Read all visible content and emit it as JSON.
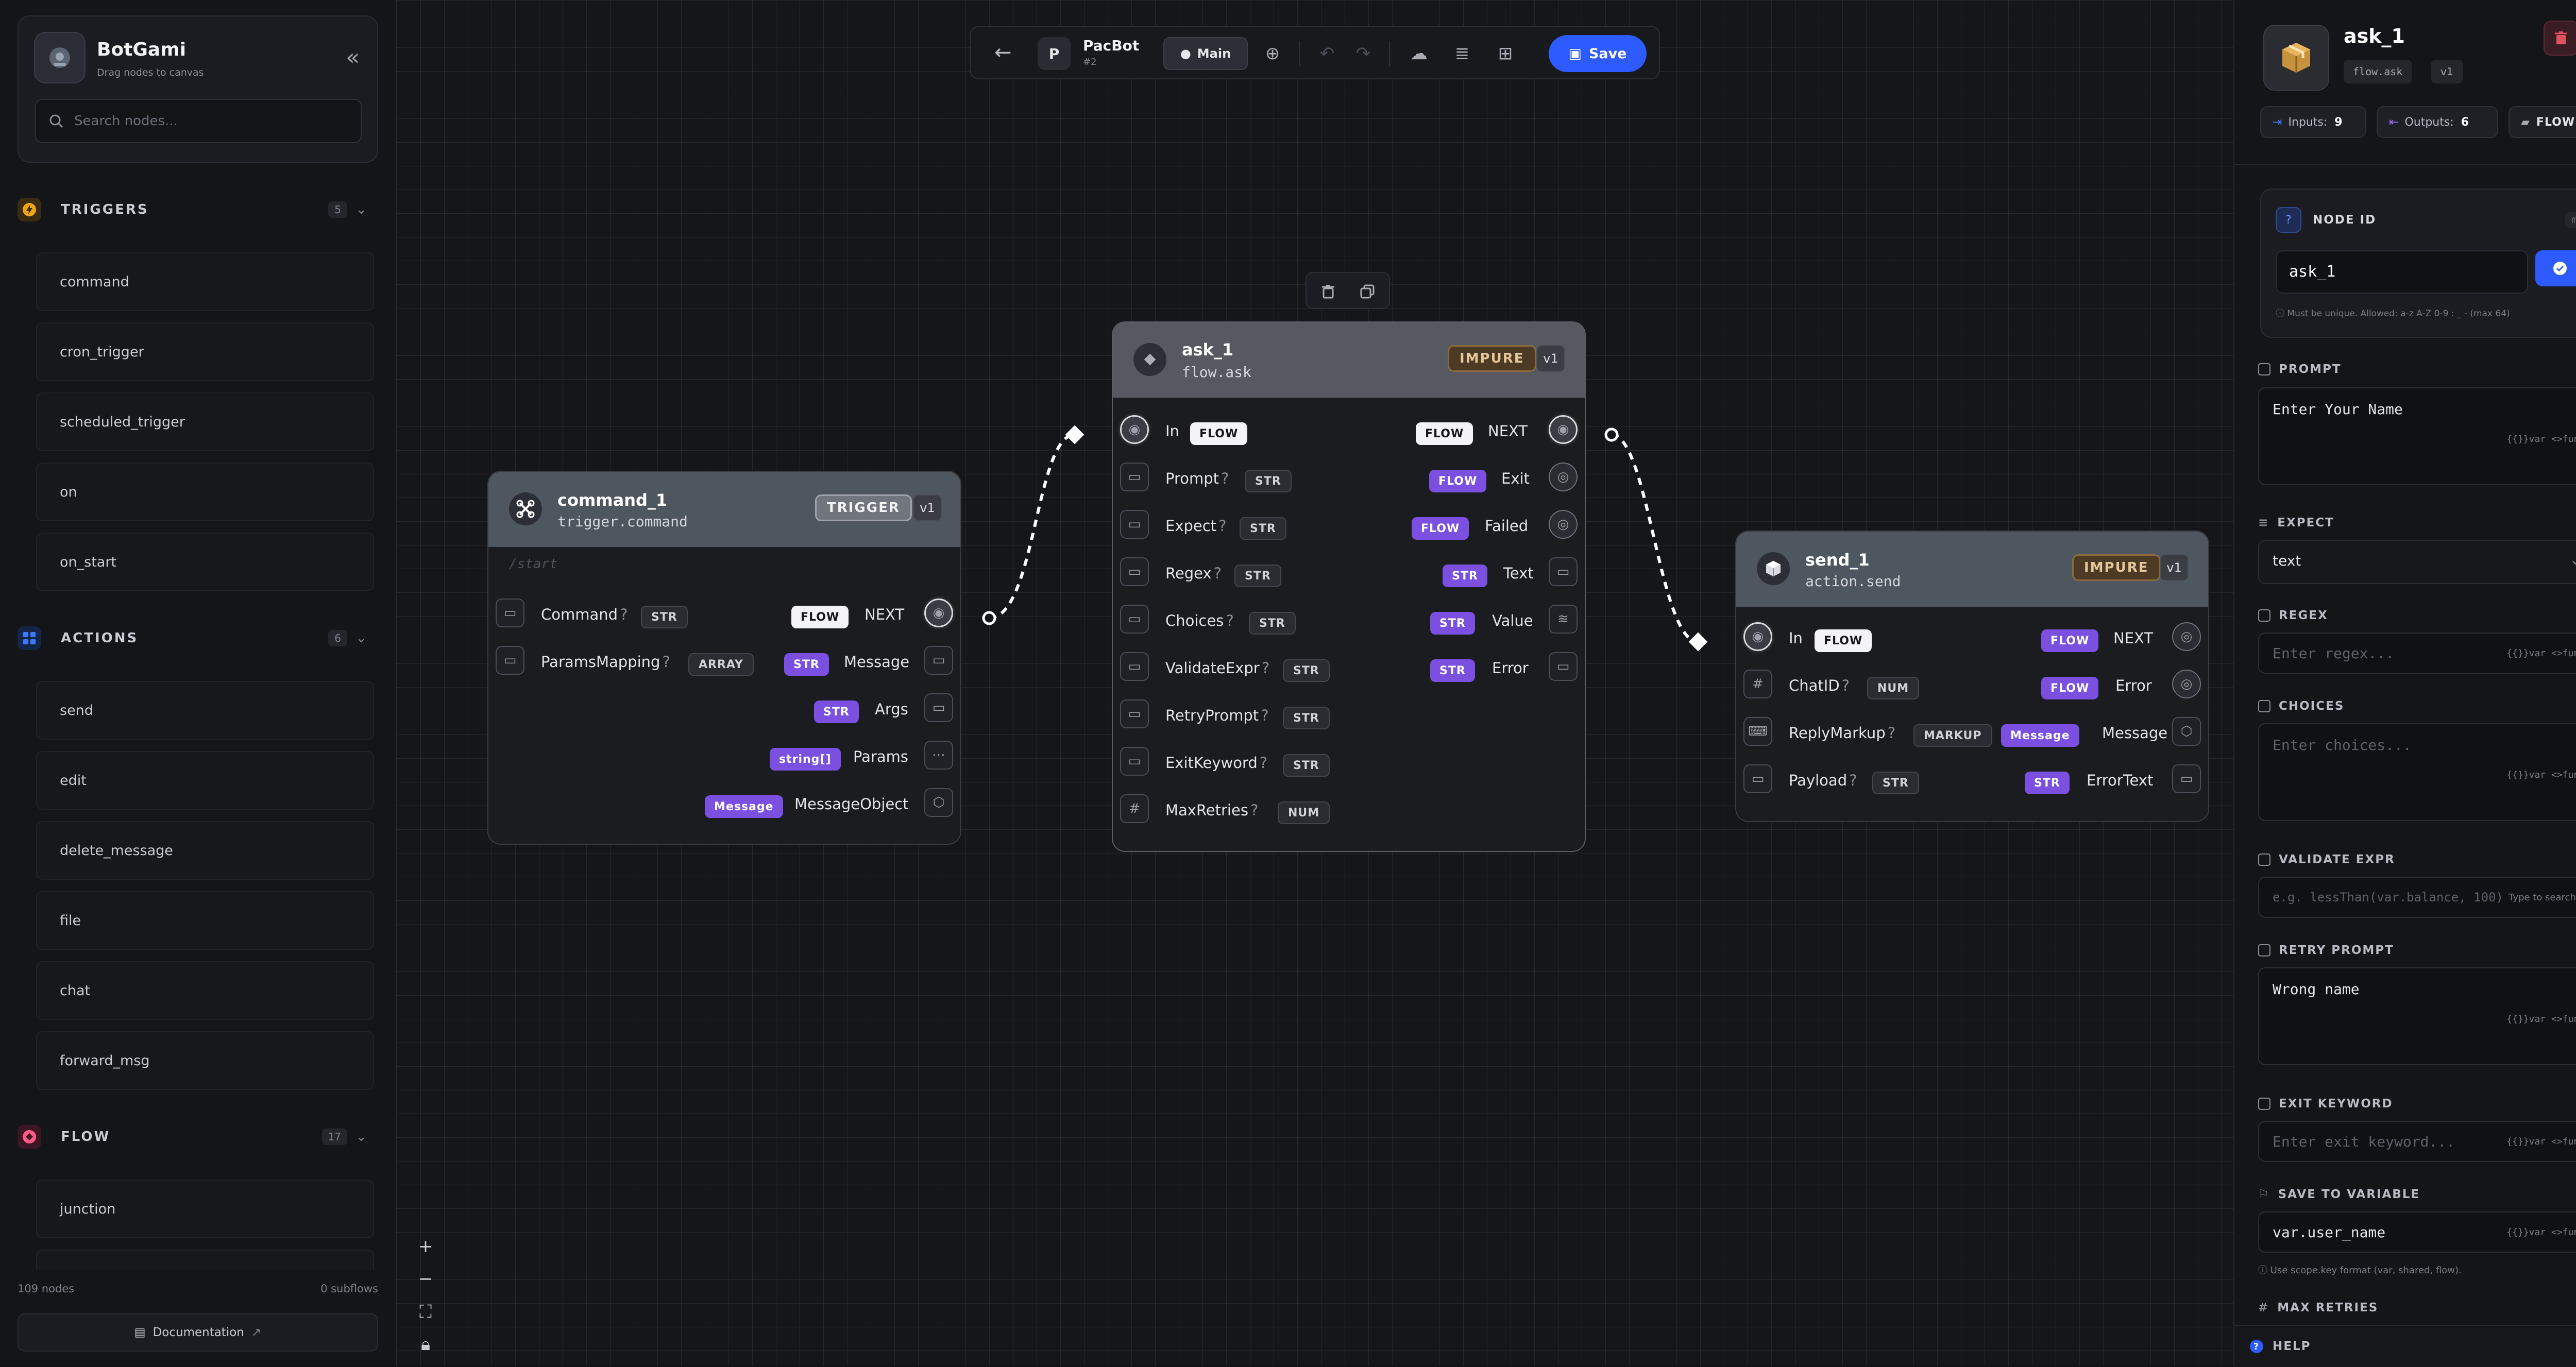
{
  "sidebar": {
    "brand_title": "BotGami",
    "brand_subtitle": "Drag nodes to canvas",
    "search_placeholder": "Search nodes...",
    "categories": [
      {
        "label": "TRIGGERS",
        "count": "5",
        "items": [
          "command",
          "cron_trigger",
          "scheduled_trigger",
          "on",
          "on_start"
        ]
      },
      {
        "label": "ACTIONS",
        "count": "6",
        "items": [
          "send",
          "edit",
          "delete_message",
          "file",
          "chat",
          "forward_msg"
        ]
      },
      {
        "label": "FLOW",
        "count": "17",
        "items": [
          "junction"
        ]
      }
    ],
    "footer_nodes": "109 nodes",
    "footer_subflows": "0 subflows",
    "doc_label": "Documentation"
  },
  "toolbar": {
    "project_initial": "P",
    "project_name": "PacBot",
    "project_id": "#2",
    "branch": "Main",
    "save_label": "Save"
  },
  "nodes": {
    "command": {
      "title": "command_1",
      "subtitle": "trigger.command",
      "tag": "TRIGGER",
      "version": "v1",
      "placeholder": "/start",
      "inputs": [
        {
          "name": "Command",
          "opt": "?",
          "type": "STR"
        },
        {
          "name": "ParamsMapping",
          "opt": "?",
          "type": "ARRAY"
        }
      ],
      "outputs": [
        {
          "name": "NEXT",
          "type": "FLOW"
        },
        {
          "name": "Message",
          "type": "STR"
        },
        {
          "name": "Args",
          "type": "STR"
        },
        {
          "name": "Params",
          "type": "string[]"
        },
        {
          "name": "MessageObject",
          "type": "Message"
        }
      ]
    },
    "ask": {
      "title": "ask_1",
      "subtitle": "flow.ask",
      "tag": "IMPURE",
      "version": "v1",
      "inputs": [
        {
          "name": "In",
          "opt": "",
          "type": "FLOW"
        },
        {
          "name": "Prompt",
          "opt": "?",
          "type": "STR"
        },
        {
          "name": "Expect",
          "opt": "?",
          "type": "STR"
        },
        {
          "name": "Regex",
          "opt": "?",
          "type": "STR"
        },
        {
          "name": "Choices",
          "opt": "?",
          "type": "STR"
        },
        {
          "name": "ValidateExpr",
          "opt": "?",
          "type": "STR"
        },
        {
          "name": "RetryPrompt",
          "opt": "?",
          "type": "STR"
        },
        {
          "name": "ExitKeyword",
          "opt": "?",
          "type": "STR"
        },
        {
          "name": "MaxRetries",
          "opt": "?",
          "type": "NUM"
        }
      ],
      "outputs": [
        {
          "name": "NEXT",
          "type": "FLOW"
        },
        {
          "name": "Exit",
          "type": "FLOW"
        },
        {
          "name": "Failed",
          "type": "FLOW"
        },
        {
          "name": "Text",
          "type": "STR"
        },
        {
          "name": "Value",
          "type": "STR"
        },
        {
          "name": "Error",
          "type": "STR"
        }
      ]
    },
    "send": {
      "title": "send_1",
      "subtitle": "action.send",
      "tag": "IMPURE",
      "version": "v1",
      "inputs": [
        {
          "name": "In",
          "opt": "",
          "type": "FLOW"
        },
        {
          "name": "ChatID",
          "opt": "?",
          "type": "NUM"
        },
        {
          "name": "ReplyMarkup",
          "opt": "?",
          "type": "MARKUP"
        },
        {
          "name": "Payload",
          "opt": "?",
          "type": "STR"
        }
      ],
      "outputs": [
        {
          "name": "NEXT",
          "type": "FLOW"
        },
        {
          "name": "Error",
          "type": "FLOW"
        },
        {
          "name": "Message",
          "type": "Message"
        },
        {
          "name": "ErrorText",
          "type": "STR"
        }
      ]
    }
  },
  "panel": {
    "title": "ask_1",
    "subtitle": "flow.ask",
    "version": "v1",
    "inputs_label": "Inputs:",
    "inputs_count": "9",
    "outputs_label": "Outputs:",
    "outputs_count": "6",
    "kind": "FLOW",
    "node_id_label": "NODE ID",
    "node_id_scope": "main",
    "node_id_value": "ask_1",
    "node_id_note": "Must be unique. Allowed: a-z A-Z 0-9 : _ - (max 64)",
    "prompt_label": "PROMPT",
    "prompt_value": "Enter Your Name",
    "var_hint": "{{}}var <>func",
    "expect_label": "EXPECT",
    "expect_value": "text",
    "regex_label": "REGEX",
    "regex_placeholder": "Enter regex...",
    "choices_label": "CHOICES",
    "choices_placeholder": "Enter choices...",
    "validate_label": "VALIDATE EXPR",
    "validate_placeholder": "e.g. lessThan(var.balance, 100)",
    "validate_hint": "Type to search...",
    "retry_label": "RETRY PROMPT",
    "retry_value": "Wrong name",
    "exit_label": "EXIT KEYWORD",
    "exit_placeholder": "Enter exit keyword...",
    "save_label": "SAVE TO VARIABLE",
    "save_value": "var.user_name",
    "save_note": "Use scope.key format (var, shared, flow).",
    "maxretries_label": "MAX RETRIES",
    "help_label": "HELP"
  },
  "colors": {
    "accent": "#2e5bff",
    "purple": "#7b4fe0",
    "trigger_cat": "#f0a315",
    "actions_cat": "#3a7bff",
    "flow_cat": "#ff5a8a"
  }
}
